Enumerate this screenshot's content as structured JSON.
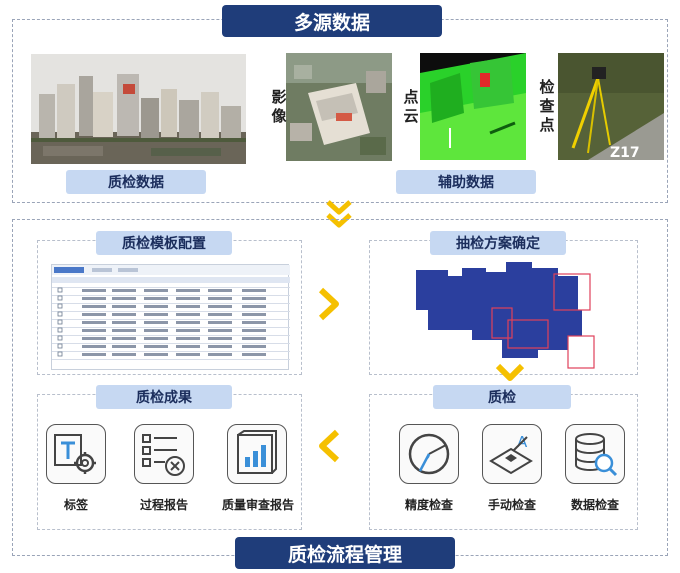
{
  "top": {
    "title": "多源数据",
    "label_imagery": "影像",
    "label_pointcloud": "点云",
    "label_checkpoint": "检查点",
    "pill_qc_data": "质检数据",
    "pill_aux_data": "辅助数据"
  },
  "bottom": {
    "title": "质检流程管理",
    "template_config": "质检模板配置",
    "sampling_plan": "抽检方案确定",
    "qc_results": "质检成果",
    "qc": "质检"
  },
  "results": [
    {
      "label": "标签",
      "icon": "tag-gear-icon"
    },
    {
      "label": "过程报告",
      "icon": "checklist-report-icon"
    },
    {
      "label": "质量审查报告",
      "icon": "bar-chart-report-icon"
    }
  ],
  "checks": [
    {
      "label": "精度检查",
      "icon": "precision-circle-icon"
    },
    {
      "label": "手动检查",
      "icon": "manual-edit-icon"
    },
    {
      "label": "数据检查",
      "icon": "database-search-icon"
    }
  ],
  "colors": {
    "banner": "#1f3d7a",
    "pill": "#c6d8f2",
    "arrow": "#f5c000",
    "sampling_blocks": "#2b3f9e",
    "sampling_outline": "#e0405a"
  }
}
